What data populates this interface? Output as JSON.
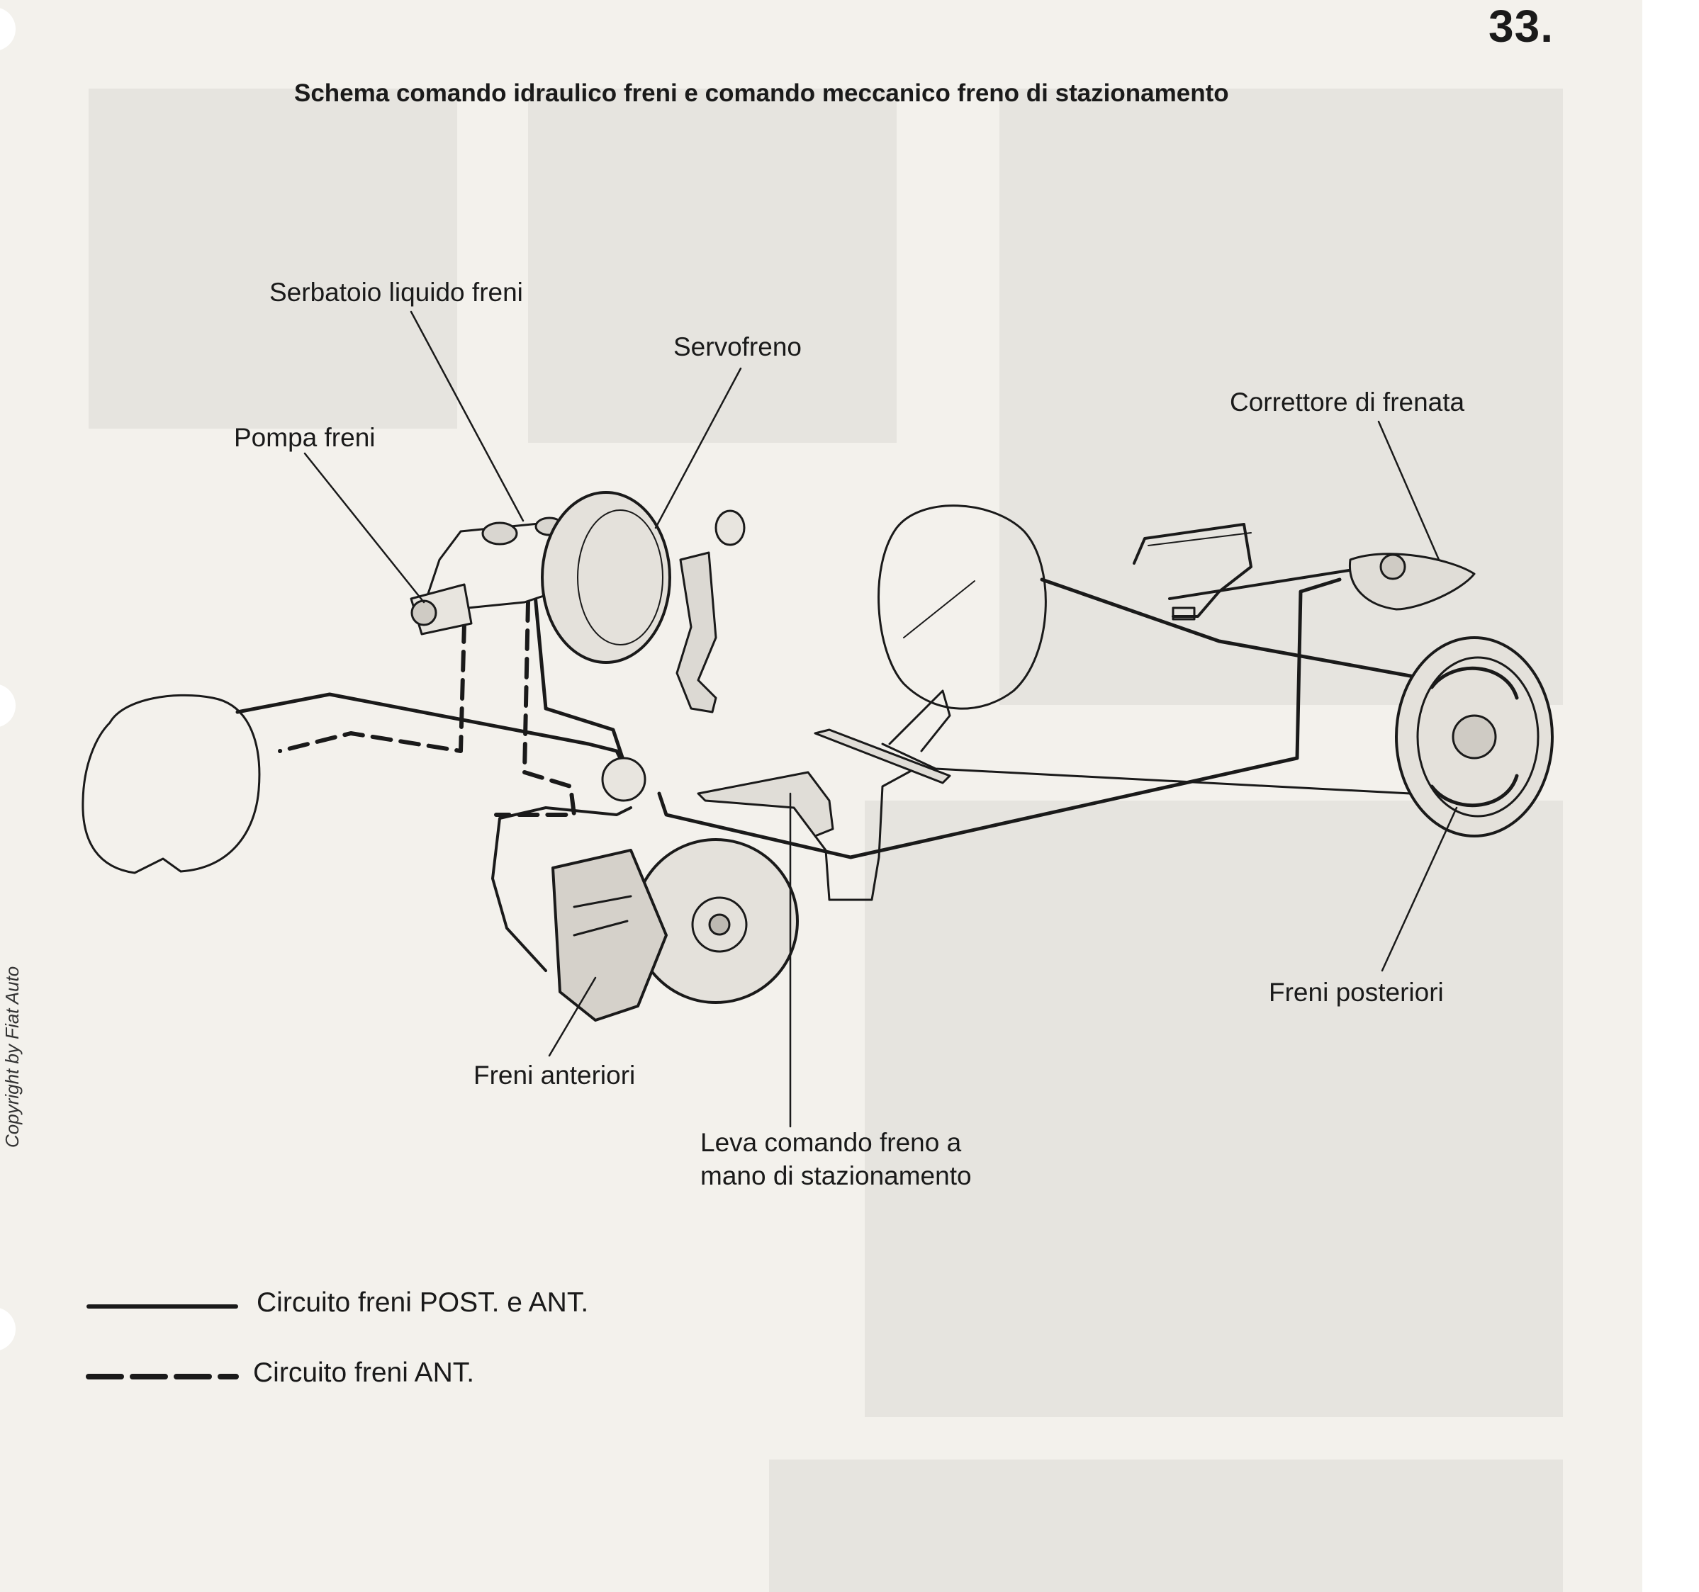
{
  "page_number": "33.",
  "title": "Schema comando idraulico freni e comando meccanico freno di stazionamento",
  "labels": {
    "serbatoio": "Serbatoio liquido freni",
    "servofreno": "Servofreno",
    "pompa": "Pompa freni",
    "correttore": "Correttore di frenata",
    "freni_posteriori": "Freni posteriori",
    "freni_anteriori": "Freni anteriori",
    "leva_line1": "Leva comando freno a",
    "leva_line2": "mano di stazionamento"
  },
  "legend": [
    {
      "line_style": "solid",
      "text": "Circuito freni POST. e ANT."
    },
    {
      "line_style": "dashed",
      "text": "Circuito  freni ANT."
    }
  ],
  "copyright": "Copyright by Fiat Auto",
  "colors": {
    "ink": "#1a1a1a",
    "paper": "#f3f1ec",
    "ghost": "#e6e4df"
  }
}
